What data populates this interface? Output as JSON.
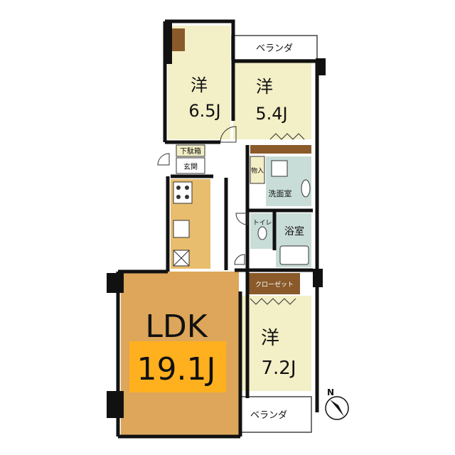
{
  "rooms": {
    "bed1": {
      "kind": "洋",
      "size": "6.5J"
    },
    "bed2": {
      "kind": "洋",
      "size": "5.4J"
    },
    "bed3": {
      "kind": "洋",
      "size": "7.2J"
    },
    "ldk": {
      "kind": "LDK",
      "size": "19.1J"
    }
  },
  "labels": {
    "balcony_top": "ベランダ",
    "balcony_bottom": "ベランダ",
    "shoe_box": "下駄箱",
    "entrance": "玄関",
    "storage": "物入",
    "washroom": "洗面室",
    "toilet": "トイレ",
    "bath": "浴室",
    "closet": "クローゼット"
  },
  "compass": {
    "letter": "N"
  },
  "colors": {
    "room_floor": "#f3efc6",
    "ldk_floor": "#dda65a",
    "kitchen_floor": "#e8bd6d",
    "wet_area": "#c9ddd8",
    "storage": "#8a5a2a",
    "wall": "#111111",
    "ldk_highlight": "#ffb01f"
  }
}
